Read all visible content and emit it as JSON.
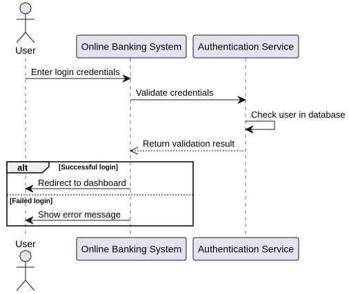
{
  "participants": {
    "user": "User",
    "banking": "Online Banking System",
    "auth": "Authentication Service"
  },
  "messages": [
    "Enter login credentials",
    "Validate credentials",
    "Check user in database",
    "Return validation result",
    "Redirect to dashboard",
    "Show error message"
  ],
  "fragment": {
    "keyword": "alt",
    "guard_success": "[Successful login]",
    "guard_failure": "[Failed login]"
  }
}
